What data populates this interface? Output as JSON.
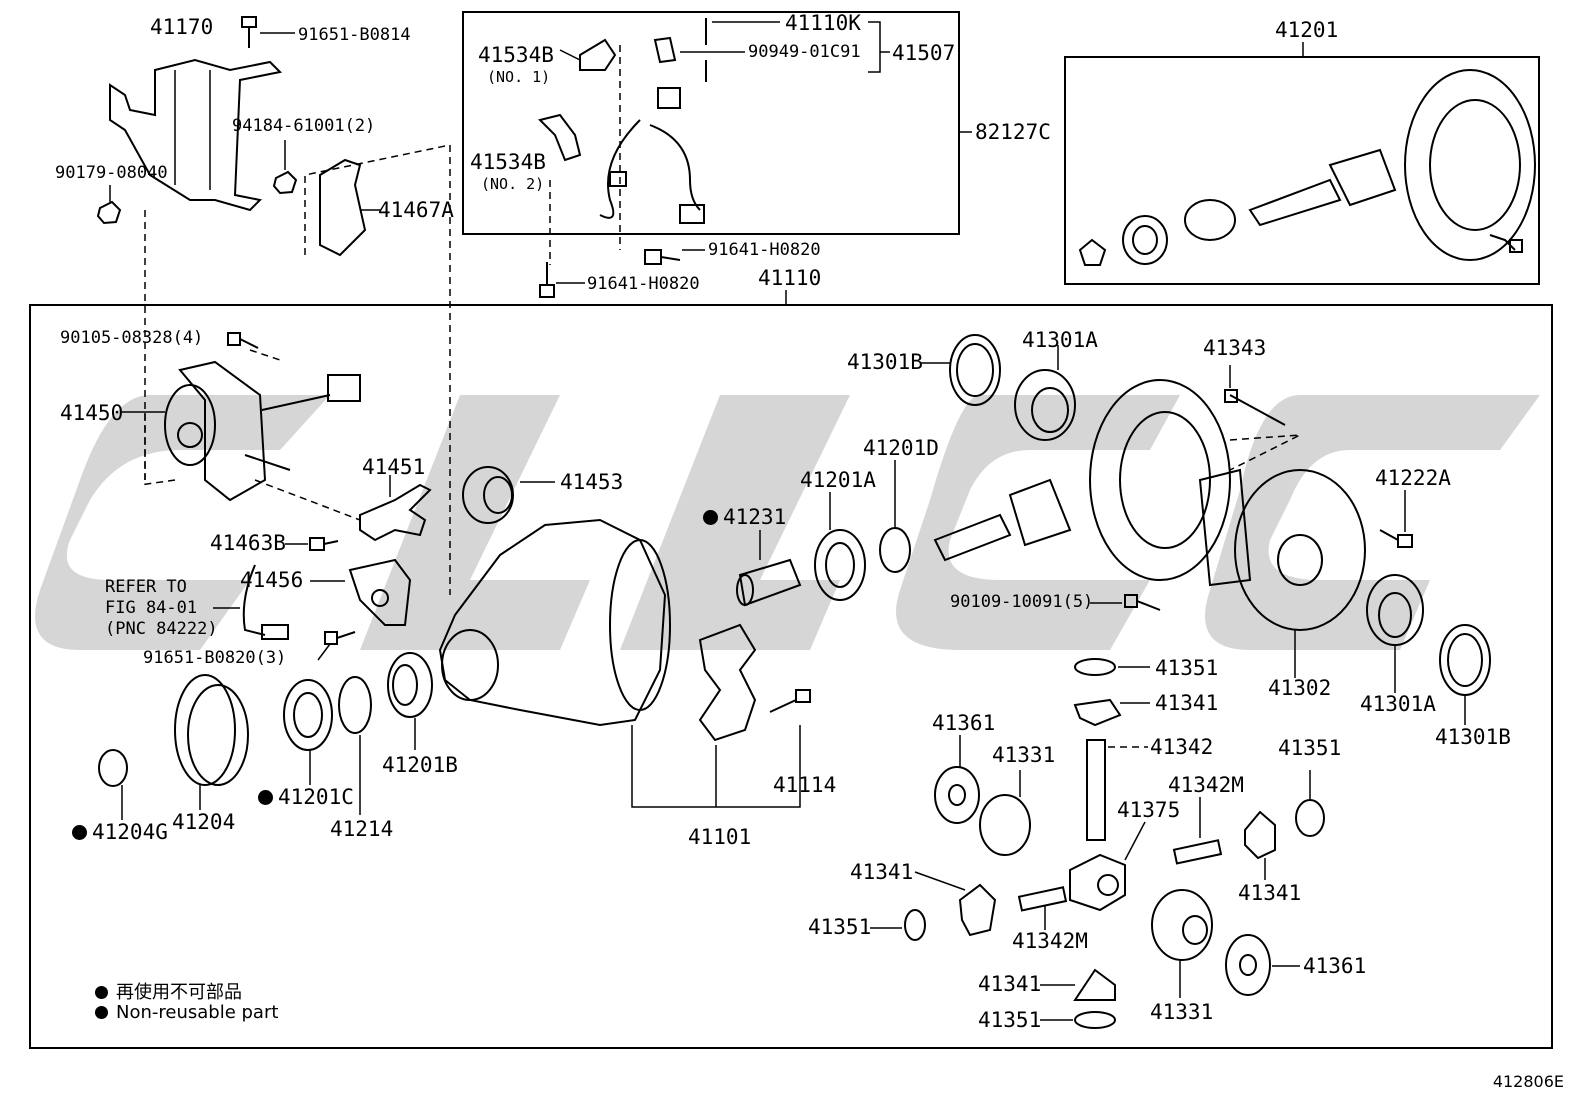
{
  "figure_id": "412806E",
  "legend": {
    "jp": "再使用不可部品",
    "en": "Non-reusable part"
  },
  "refer_note": {
    "line1": "REFER TO",
    "line2": "FIG 84-01",
    "line3": "(PNC 84222)"
  },
  "labels": {
    "p41170": "41170",
    "p91651_B0814": "91651-B0814",
    "p94184": "94184-61001(2)",
    "p90179": "90179-08040",
    "p41467A": "41467A",
    "p41534B_1": "41534B",
    "no1": "(NO. 1)",
    "p41534B_2": "41534B",
    "no2": "(NO. 2)",
    "p41110K": "41110K",
    "p90949": "90949-01C91",
    "p41507": "41507",
    "p82127C": "82127C",
    "p91641_a": "91641-H0820",
    "p91641_b": "91641-H0820",
    "p41110": "41110",
    "p41201": "41201",
    "p90105": "90105-08328(4)",
    "p41450": "41450",
    "p41451": "41451",
    "p41453": "41453",
    "p41463B": "41463B",
    "p41456": "41456",
    "p91651_B0820": "91651-B0820(3)",
    "p41231": "41231",
    "p41201A_a": "41201A",
    "p41201D": "41201D",
    "p41301B_a": "41301B",
    "p41301A_a": "41301A",
    "p41343": "41343",
    "p41222A": "41222A",
    "p90109": "90109-10091(5)",
    "p41351_a": "41351",
    "p41341_a": "41341",
    "p41342": "41342",
    "p41351_b": "41351",
    "p41302": "41302",
    "p41301A_b": "41301A",
    "p41301B_b": "41301B",
    "p41361_a": "41361",
    "p41331_a": "41331",
    "p41375": "41375",
    "p41342M_a": "41342M",
    "p41341_b": "41341",
    "p41341_c": "41341",
    "p41351_c": "41351",
    "p41342M_b": "41342M",
    "p41341_d": "41341",
    "p41351_d": "41351",
    "p41331_b": "41331",
    "p41361_b": "41361",
    "p41204G": "41204G",
    "p41204": "41204",
    "p41201C": "41201C",
    "p41214": "41214",
    "p41201B": "41201B",
    "p41101": "41101",
    "p41114": "41114"
  }
}
